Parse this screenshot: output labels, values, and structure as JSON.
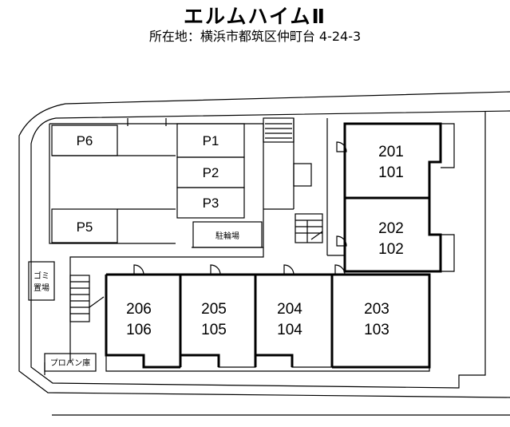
{
  "title": {
    "name": "エルムハイムⅡ",
    "address": "所在地：横浜市都筑区仲町台 4-24-3"
  },
  "parking": [
    "P6",
    "P1",
    "P2",
    "P3",
    "P5"
  ],
  "facilities": {
    "bicycle": "駐輪場",
    "garbage_line1": "ゴミ",
    "garbage_line2": "置場",
    "propane": "プロパン庫"
  },
  "units": [
    {
      "upper": "201",
      "lower": "101"
    },
    {
      "upper": "202",
      "lower": "102"
    },
    {
      "upper": "206",
      "lower": "106"
    },
    {
      "upper": "205",
      "lower": "105"
    },
    {
      "upper": "204",
      "lower": "104"
    },
    {
      "upper": "203",
      "lower": "103"
    }
  ]
}
